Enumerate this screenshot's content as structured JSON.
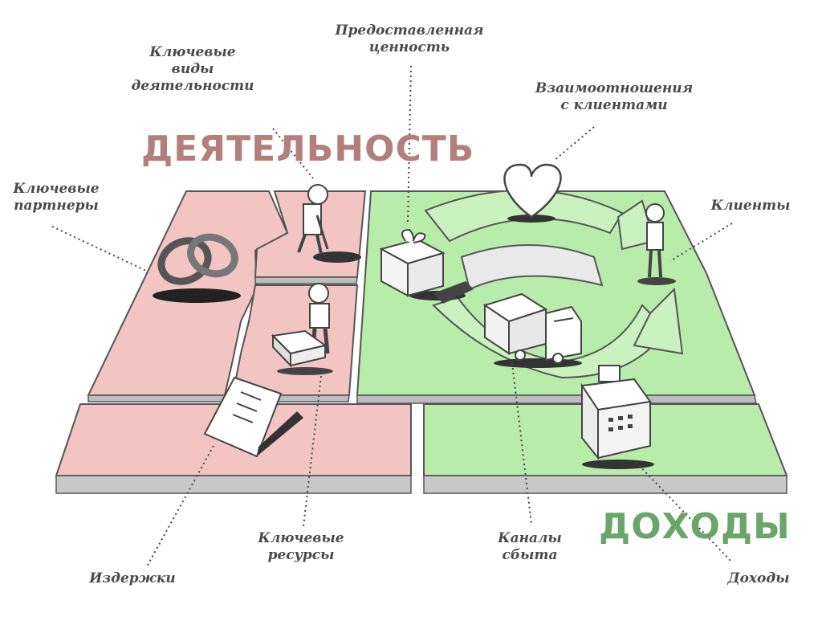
{
  "headings": {
    "activity": "ДЕЯТЕЛЬНОСТЬ",
    "income": "ДОХОДЫ"
  },
  "labels": {
    "key_activities": [
      "Ключевые",
      "виды",
      "деятельности"
    ],
    "value_proposition": [
      "Предоставленная",
      "ценность"
    ],
    "customer_relationships": [
      "Взаимоотношения",
      "с клиентами"
    ],
    "key_partners": [
      "Ключевые",
      "партнеры"
    ],
    "customers": "Клиенты",
    "key_resources": [
      "Ключевые",
      "ресурсы"
    ],
    "costs": "Издержки",
    "channels": [
      "Каналы",
      "сбыта"
    ],
    "revenue": "Доходы"
  },
  "colors": {
    "activity_heading": "#b37f7a",
    "income_heading": "#6aa56a",
    "pink_block": "#f2c5c3",
    "green_block": "#b8ecab",
    "label_text": "#4a4a4a"
  },
  "icons": {
    "key_partners": "interlocked-rings-icon",
    "key_activities": "person-digging-icon",
    "key_resources": "person-with-cart-icon",
    "costs": "document-list-icon",
    "value_proposition": "gift-box-icon",
    "customer_relationships": "heart-icon",
    "customers": "person-standing-icon",
    "channels": "delivery-truck-icon",
    "revenue": "cash-register-icon"
  }
}
